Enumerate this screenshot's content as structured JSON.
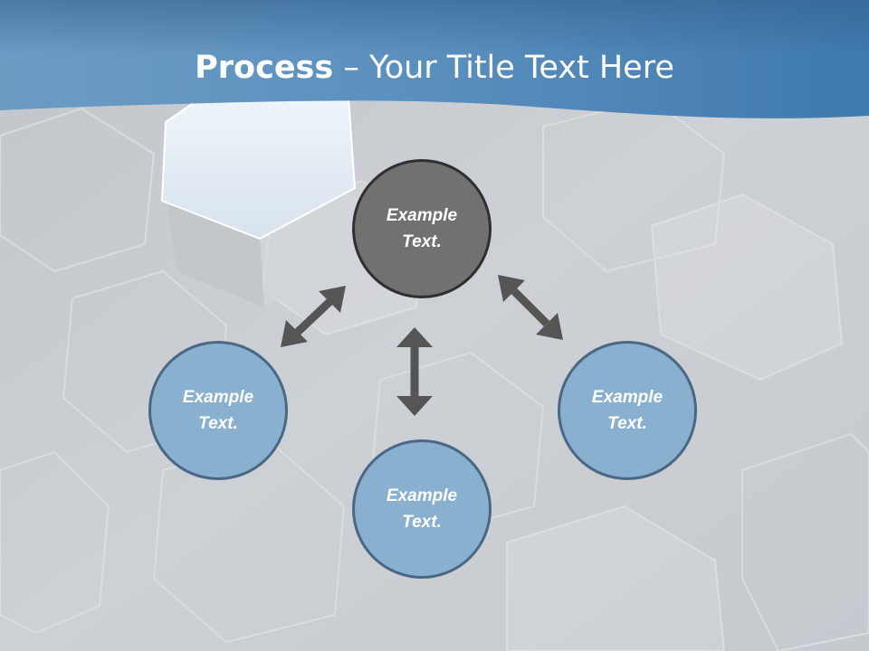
{
  "title": {
    "bold": "Process",
    "rest": " – Your Title Text Here"
  },
  "nodes": {
    "center": "Example Text.",
    "left": "Example Text.",
    "bottom": "Example Text.",
    "right": "Example Text."
  },
  "colors": {
    "header_blue": "#4f87b6",
    "node_fill": "#8ab0cf",
    "node_border": "#4a6785",
    "center_fill": "#717171",
    "center_border": "#2f2f2f",
    "arrow": "#555555",
    "background": "#c9cdd1"
  }
}
